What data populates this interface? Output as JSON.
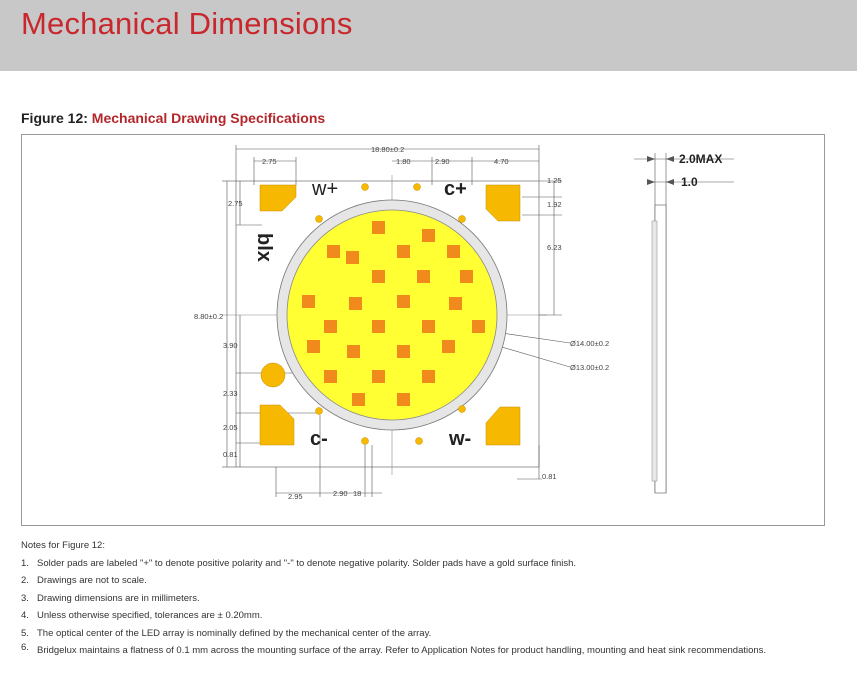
{
  "header": {
    "title": "Mechanical Dimensions"
  },
  "figure": {
    "label": "Figure 12:",
    "name": "Mechanical Drawing Specifications"
  },
  "pads": {
    "w_plus": "w+",
    "c_plus": "c+",
    "c_minus": "c-",
    "w_minus": "w-",
    "blx": "blx"
  },
  "dimensions": {
    "width_total": "18.80±0.2",
    "left_2_75": "2.75",
    "top_1_80": "1.80",
    "top_2_90": "2.90",
    "top_4_70": "4.70",
    "right_1_25": "1.25",
    "right_1_92": "1.92",
    "right_6_23": "6.23",
    "height_total": "8.80±0.2",
    "left_v_2_75": "2.75",
    "left_3_90": "3.90",
    "left_2_33": "2.33",
    "left_2_05": "2.05",
    "left_0_81": "0.81",
    "bottom_2_95": "2.95",
    "bottom_2_90": "2.90",
    "bottom_18": "18",
    "right_0_81": "0.81",
    "dia_14": "Ø14.00±0.2",
    "dia_13": "Ø13.00±0.2",
    "side_max": "2.0MAX",
    "side_1_0": "1.0"
  },
  "notes": {
    "title": "Notes for Figure 12:",
    "items": [
      {
        "num": "1.",
        "text": "Solder pads are labeled \"+\" to denote positive polarity and \"-\" to denote negative polarity. Solder pads have a gold surface finish."
      },
      {
        "num": "2.",
        "text": "Drawings are not to scale."
      },
      {
        "num": "3.",
        "text": "Drawing dimensions are in millimeters."
      },
      {
        "num": "4.",
        "text": "Unless otherwise specified, tolerances are ± 0.20mm."
      },
      {
        "num": "5.",
        "text": "The optical center of the LED array is nominally defined by the mechanical center of the array."
      },
      {
        "num": "6.",
        "text": "Bridgelux maintains a flatness of 0.1 mm across the mounting surface of the array. Refer to Application Notes for product handling, mounting and heat sink recommendations."
      }
    ]
  },
  "colors": {
    "brand_red": "#c8282d",
    "pad_gold": "#f6b800",
    "led_yellow": "#ffff33",
    "led_chip": "#f08a1c"
  }
}
